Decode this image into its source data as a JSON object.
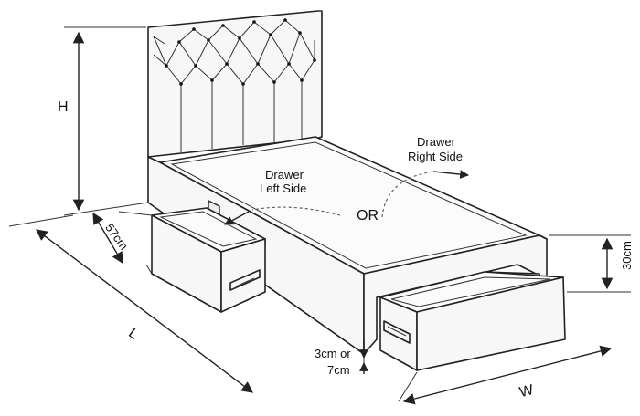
{
  "labels": {
    "height": "H",
    "length": "L",
    "width": "W",
    "drawer_depth": "57cm",
    "side_height": "30cm",
    "clearance_line1": "3cm or",
    "clearance_line2": "7cm",
    "drawer_left_line1": "Drawer",
    "drawer_left_line2": "Left Side",
    "drawer_right_line1": "Drawer",
    "drawer_right_line2": "Right Side",
    "or": "OR"
  }
}
